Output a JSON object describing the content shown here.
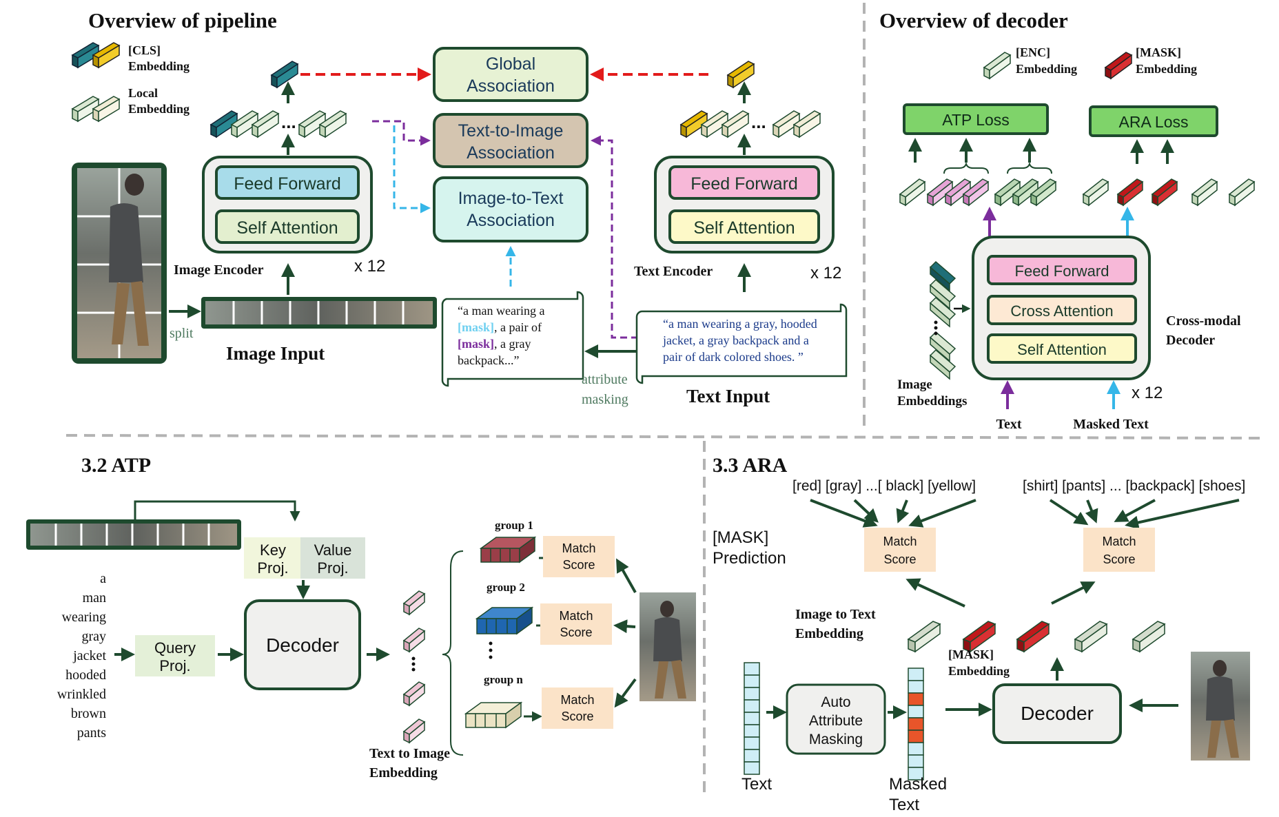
{
  "pipeline": {
    "title": "Overview of pipeline",
    "legend": {
      "cls": [
        "[CLS]",
        "Embedding"
      ],
      "local": [
        "Local",
        "Embedding"
      ]
    },
    "image_encoder": {
      "label": "Image Encoder",
      "feed_forward": "Feed Forward",
      "self_attention": "Self Attention",
      "repeat": "x 12"
    },
    "text_encoder": {
      "label": "Text Encoder",
      "feed_forward": "Feed Forward",
      "self_attention": "Self Attention",
      "repeat": "x 12"
    },
    "global_assoc": [
      "Global",
      "Association"
    ],
    "t2i_assoc": [
      "Text-to-Image",
      "Association"
    ],
    "i2t_assoc": [
      "Image-to-Text",
      "Association"
    ],
    "split_label": "split",
    "image_input_label": "Image Input",
    "text_input_label": "Text Input",
    "masked_caption": {
      "l1": "“a man wearing a",
      "l2_mask": "[mask]",
      "l2_rest": ", a pair of",
      "l3_mask": "[mask]",
      "l3_rest": ", a gray",
      "l4": "backpack...”"
    },
    "text_caption": [
      "“a man wearing a gray, hooded",
      "jacket,  a gray backpack and a",
      "pair of dark colored shoes. ”"
    ],
    "attribute_masking": [
      "attribute",
      "masking"
    ],
    "ellipsis": "..."
  },
  "decoder_overview": {
    "title": "Overview of decoder",
    "legend": {
      "enc": [
        "[ENC]",
        "Embedding"
      ],
      "mask": [
        "[MASK]",
        "Embedding"
      ]
    },
    "atp_loss": "ATP Loss",
    "ara_loss": "ARA Loss",
    "feed_forward": "Feed Forward",
    "cross_attention": "Cross Attention",
    "self_attention": "Self Attention",
    "decoder_label": [
      "Cross-modal",
      "Decoder"
    ],
    "image_embeddings": [
      "Image",
      "Embeddings"
    ],
    "repeat": "x 12",
    "text_label": "Text",
    "masked_text_label": "Masked Text"
  },
  "atp": {
    "title": "3.2 ATP",
    "key_proj": [
      "Key",
      "Proj."
    ],
    "value_proj": [
      "Value",
      "Proj."
    ],
    "query_proj": [
      "Query",
      "Proj."
    ],
    "decoder": "Decoder",
    "words": [
      "a",
      "man",
      "wearing",
      "gray",
      "jacket",
      "hooded",
      "wrinkled",
      "brown",
      "pants"
    ],
    "groups": [
      "group 1",
      "group 2",
      "group n"
    ],
    "match_score": [
      "Match",
      "Score"
    ],
    "embedding_label": [
      "Text to Image",
      "Embedding"
    ]
  },
  "ara": {
    "title": "3.3 ARA",
    "colors_list": "[red] [gray] ...[ black] [yellow]",
    "items_list": "[shirt] [pants] ... [backpack] [shoes]",
    "mask_prediction": [
      "[MASK]",
      "Prediction"
    ],
    "match_score": [
      "Match",
      "Score"
    ],
    "i2t_embedding": [
      "Image to Text",
      "Embedding"
    ],
    "mask_embedding": [
      "[MASK]",
      "Embedding"
    ],
    "auto_masking": [
      "Auto",
      "Attribute",
      "Masking"
    ],
    "decoder": "Decoder",
    "text_label": "Text",
    "masked_text": [
      "Masked",
      "Text"
    ]
  },
  "palette": {
    "teal_token": "#1f6f78",
    "yellow_token": "#e6b800",
    "light_token": "#dbe8d3",
    "pink_token": "#e6a3d6",
    "red_token": "#c0181b",
    "dark_green": "#1e4a2e",
    "loss_green": "#7fd36a",
    "purple_arrow": "#7b2d9c",
    "blue_arrow": "#35b6e8",
    "red_arrow": "#e21b1b"
  }
}
